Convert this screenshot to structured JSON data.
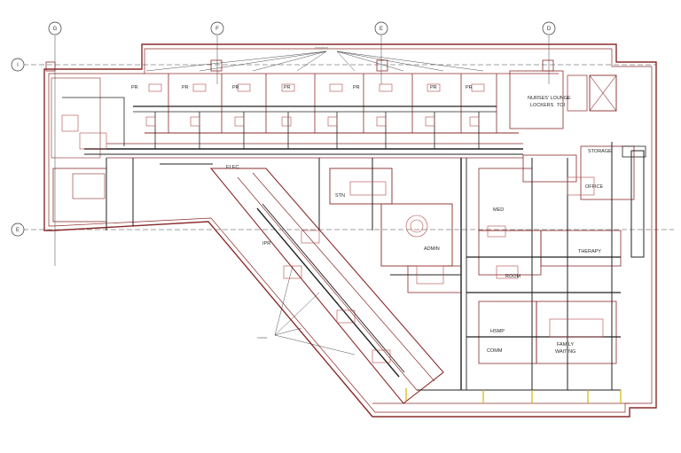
{
  "grid": {
    "columns": [
      "G",
      "F",
      "E",
      "D"
    ],
    "rows": [
      "I",
      "E"
    ]
  },
  "rooms": {
    "pr_1": "PR",
    "pr_2": "PR",
    "pr_3": "PR",
    "pr_4": "PR",
    "pr_5": "PR",
    "pr_6": "PR",
    "pr_7": "PR",
    "nurses_lounge": "NURSES' LOUNGE",
    "lockers": "LOCKERS",
    "toilet": "TOI",
    "elec": "ELEC.",
    "stn": "STN",
    "med": "MED",
    "admin": "ADMIN",
    "ipr": "IPR",
    "storage": "STORAGE",
    "therapy": "THERAPY",
    "room": "ROOM",
    "hsmp": "HSMP",
    "comm": "COMM",
    "family_waiting_1": "FAMILY",
    "family_waiting_2": "WAITING",
    "office": "OFFICE"
  },
  "colors": {
    "walls": "#8b2b2b",
    "ductwork": "#222222",
    "equipment": "#b24a4a",
    "highlight": "#d8b400",
    "grid": "#444444"
  }
}
